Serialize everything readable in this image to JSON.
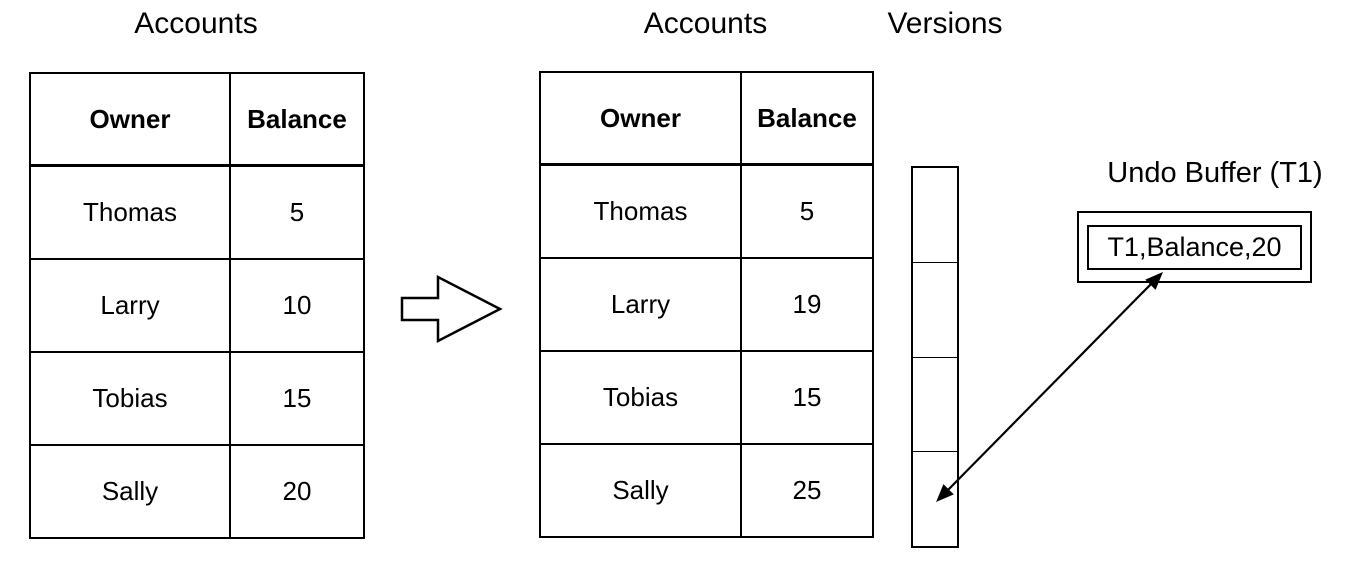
{
  "before_table": {
    "title": "Accounts",
    "headers": {
      "owner": "Owner",
      "balance": "Balance"
    },
    "rows": [
      {
        "owner": "Thomas",
        "balance": "5"
      },
      {
        "owner": "Larry",
        "balance": "10"
      },
      {
        "owner": "Tobias",
        "balance": "15"
      },
      {
        "owner": "Sally",
        "balance": "20"
      }
    ]
  },
  "after_table": {
    "title": "Accounts",
    "headers": {
      "owner": "Owner",
      "balance": "Balance"
    },
    "rows": [
      {
        "owner": "Thomas",
        "balance": "5"
      },
      {
        "owner": "Larry",
        "balance": "19"
      },
      {
        "owner": "Tobias",
        "balance": "15"
      },
      {
        "owner": "Sally",
        "balance": "25",
        "emphasis": true
      }
    ]
  },
  "versions_column": {
    "title": "Versions",
    "cell_count": 4,
    "cells_empty": true
  },
  "undo_buffer": {
    "title": "Undo Buffer (T1)",
    "entry": "T1,Balance,20"
  },
  "icons": {
    "transform_arrow": "block-arrow-right",
    "link_arrow": "double-headed-arrow"
  },
  "colors": {
    "foreground": "#000000",
    "background": "#ffffff"
  }
}
